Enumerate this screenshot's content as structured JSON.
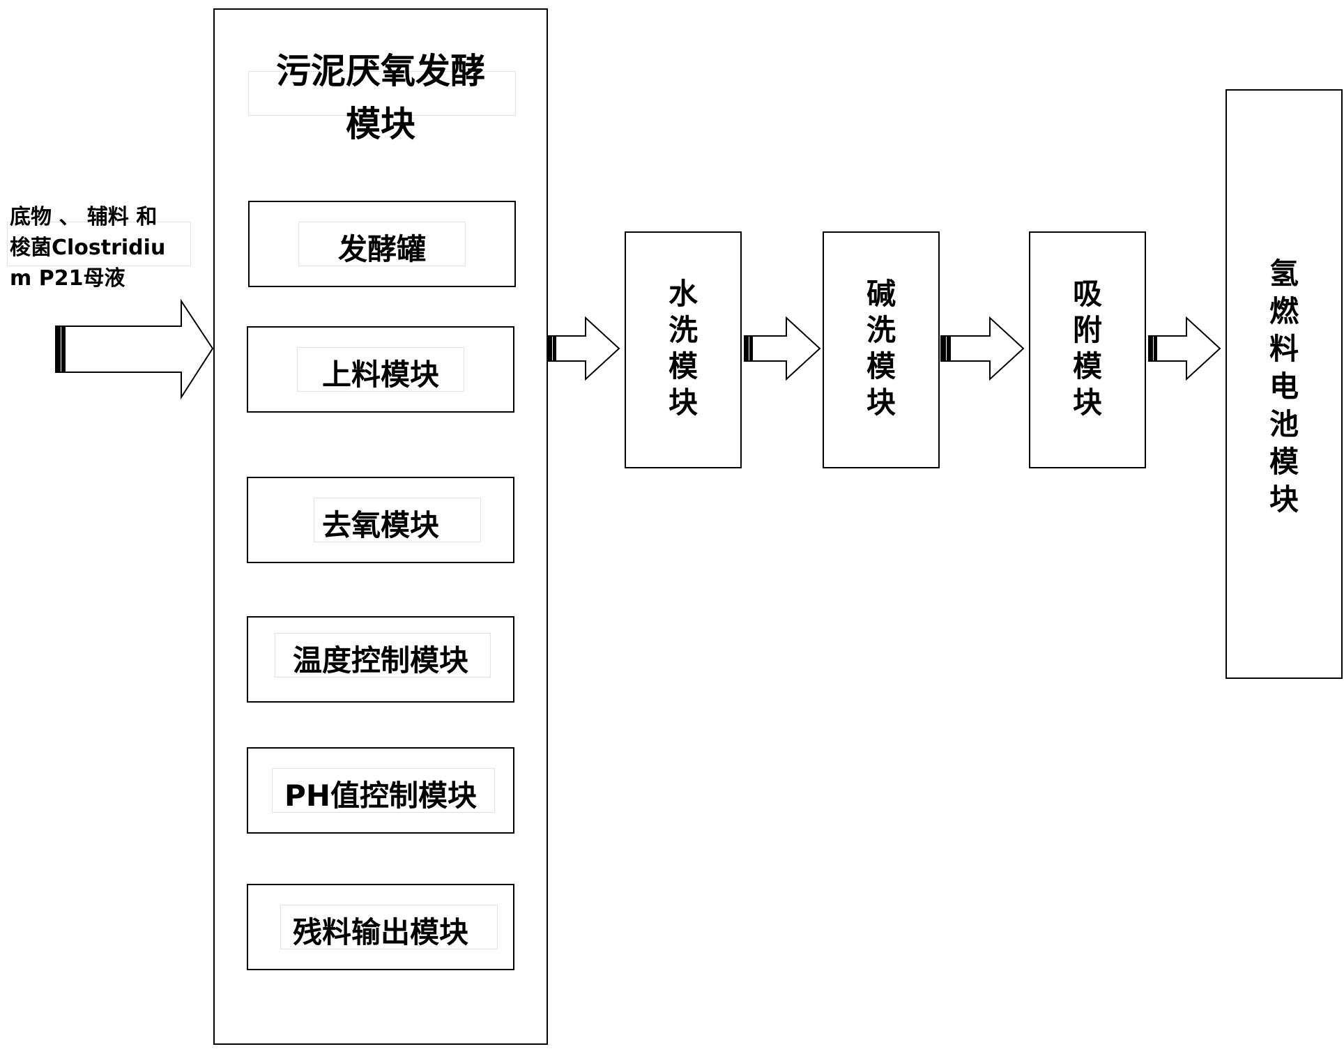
{
  "input": {
    "line1": "底物 、 辅料 和",
    "line2": "梭菌Clostridiu",
    "line3": "m P21母液"
  },
  "fermentation": {
    "title_line1": "污泥厌氧发酵",
    "title_line2": "模块",
    "submodules": [
      "发酵罐",
      "上料模块",
      "去氧模块",
      "温度控制模块",
      "PH值控制模块",
      "残料输出模块"
    ]
  },
  "chain": {
    "water_wash": "水洗模块",
    "alkali_wash": "碱洗模块",
    "adsorption": "吸附模块",
    "fuel_cell": "氢燃料电池模块"
  }
}
